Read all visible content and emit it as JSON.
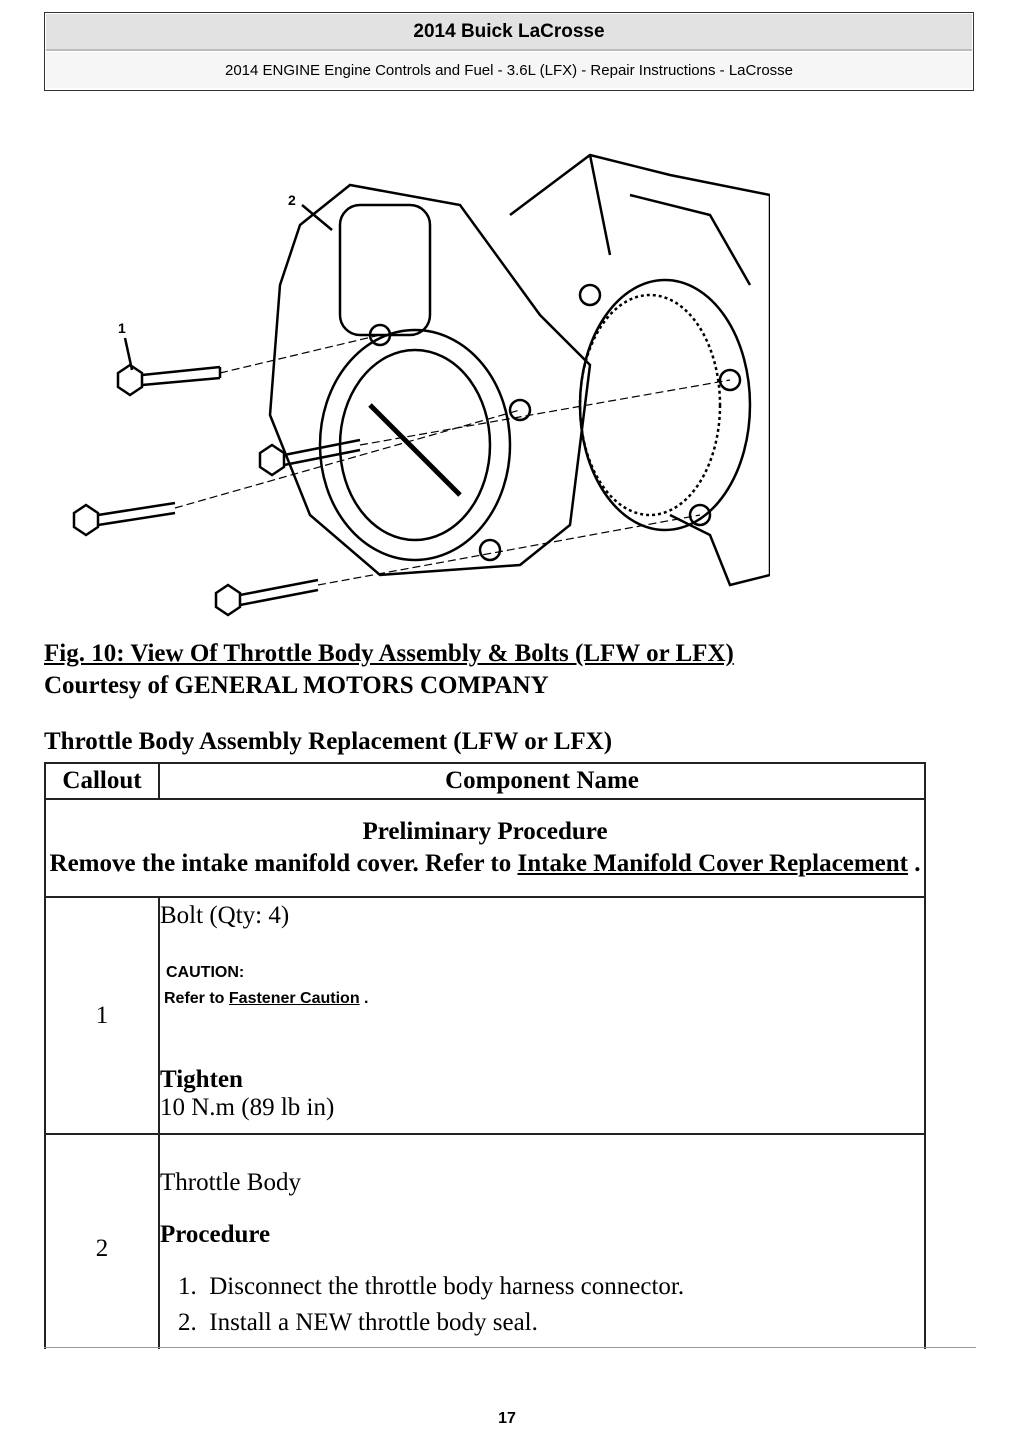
{
  "header": {
    "title": "2014 Buick LaCrosse",
    "subtitle": "2014 ENGINE Engine Controls and Fuel - 3.6L (LFX) - Repair Instructions - LaCrosse"
  },
  "figure": {
    "callouts": [
      "1",
      "2"
    ],
    "caption": "Fig. 10: View Of Throttle Body Assembly & Bolts (LFW or LFX)",
    "courtesy": "Courtesy of GENERAL MOTORS COMPANY"
  },
  "section_title": "Throttle Body Assembly Replacement (LFW or LFX)",
  "table": {
    "headers": [
      "Callout",
      "Component Name"
    ],
    "preliminary": {
      "title": "Preliminary Procedure",
      "text": "Remove the intake manifold cover. Refer to ",
      "link": "Intake Manifold Cover Replacement",
      "end": " ."
    },
    "rows": [
      {
        "callout": "1",
        "name": "Bolt (Qty: 4)",
        "caution_label": "CAUTION:",
        "caution_text": "Refer to ",
        "caution_link": "Fastener Caution",
        "caution_end": " .",
        "tighten_label": "Tighten",
        "tighten_value": "10 N.m (89 lb in)"
      },
      {
        "callout": "2",
        "name": "Throttle Body",
        "procedure_label": "Procedure",
        "steps": [
          "Disconnect the throttle body harness connector.",
          "Install a NEW throttle body seal."
        ]
      }
    ]
  },
  "page_number": "17"
}
